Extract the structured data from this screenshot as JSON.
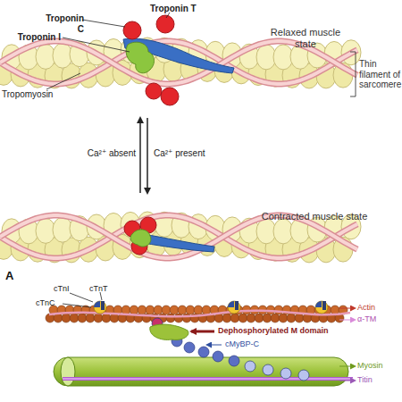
{
  "diagram": {
    "labels": [
      "Troponin C",
      "Troponin T",
      "Troponin I",
      "Relaxed muscle state",
      "Thin filament of sarcomere",
      "Tropomyosin",
      "Ca²⁺ absent",
      "Ca²⁺ present",
      "Contracted muscle state",
      "A",
      "cTnI",
      "cTnT",
      "cTnC",
      "Actin",
      "α-TM",
      "Dephosphorylated M domain",
      "cMyBP-C",
      "Myosin",
      "Titin"
    ]
  }
}
